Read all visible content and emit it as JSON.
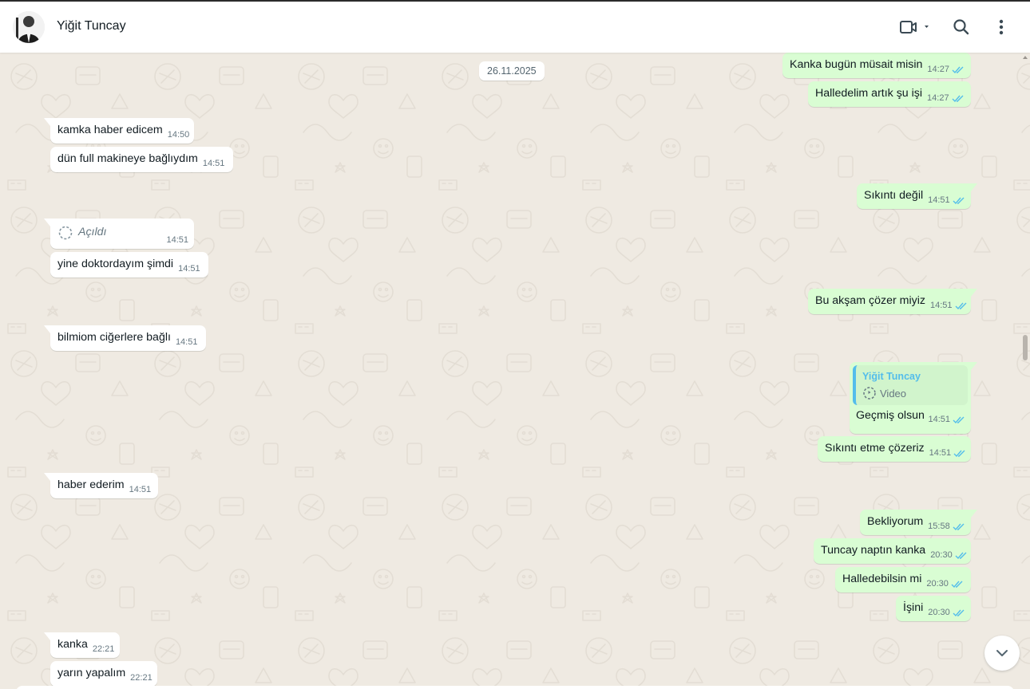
{
  "header": {
    "contact_name": "Yiğit Tuncay"
  },
  "date_chip": "26.11.2025",
  "messages": [
    {
      "dir": "out",
      "text": "Kanka bugün müsait misin",
      "time": "14:27",
      "ticks": "read"
    },
    {
      "dir": "out",
      "text": "Halledelim artık şu işi",
      "time": "14:27",
      "ticks": "read"
    },
    {
      "dir": "in",
      "text": "kamka haber edicem",
      "time": "14:50"
    },
    {
      "dir": "in",
      "text": "dün full makineye bağlıydım",
      "time": "14:51"
    },
    {
      "dir": "out",
      "text": "Sıkıntı değil",
      "time": "14:51",
      "ticks": "read"
    },
    {
      "dir": "in",
      "text": "Açıldı",
      "time": "14:51",
      "kind": "view-once"
    },
    {
      "dir": "in",
      "text": "yine doktordayım şimdi",
      "time": "14:51"
    },
    {
      "dir": "out",
      "text": "Bu akşam çözer miyiz",
      "time": "14:51",
      "ticks": "read"
    },
    {
      "dir": "in",
      "text": "bilmiom ciğerlere bağlı",
      "time": "14:51"
    },
    {
      "dir": "out",
      "text": "Geçmiş olsun",
      "time": "14:51",
      "ticks": "read",
      "reply_to": {
        "name": "Yiğit Tuncay",
        "body": "Video"
      }
    },
    {
      "dir": "out",
      "text": "Sıkıntı etme çözeriz",
      "time": "14:51",
      "ticks": "read"
    },
    {
      "dir": "in",
      "text": "haber ederim",
      "time": "14:51"
    },
    {
      "dir": "out",
      "text": "Bekliyorum",
      "time": "15:58",
      "ticks": "read"
    },
    {
      "dir": "out",
      "text": "Tuncay naptın kanka",
      "time": "20:30",
      "ticks": "read"
    },
    {
      "dir": "out",
      "text": "Halledebilsin mi",
      "time": "20:30",
      "ticks": "read"
    },
    {
      "dir": "out",
      "text": "İşini",
      "time": "20:30",
      "ticks": "read"
    },
    {
      "dir": "in",
      "text": "kanka",
      "time": "22:21"
    },
    {
      "dir": "in",
      "text": "yarın yapalım",
      "time": "22:21"
    }
  ],
  "colors": {
    "incoming_bubble": "#ffffff",
    "outgoing_bubble": "#d9fdd3",
    "read_ticks": "#53bdeb",
    "chat_background": "#efeae2"
  },
  "icons": {
    "video_call": "video-camera-icon",
    "search": "search-icon",
    "menu": "menu-dots-icon",
    "scroll_down": "chevron-down-icon"
  }
}
